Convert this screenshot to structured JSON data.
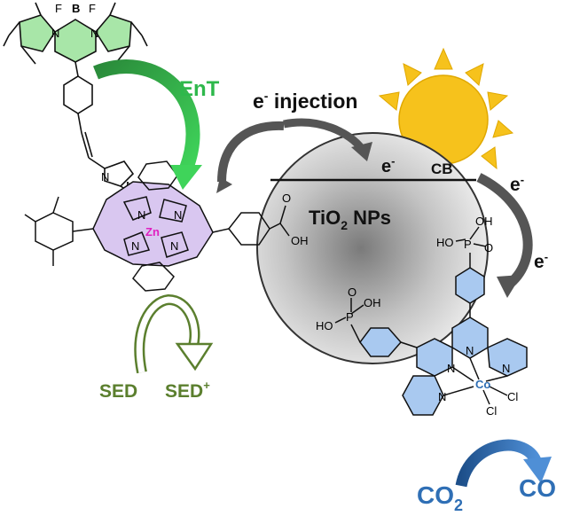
{
  "labels": {
    "ent": "EnT",
    "e_injection_e": "e",
    "e_injection_sup": "-",
    "e_injection_text": " injection",
    "cb_e": "e",
    "cb_e_sup": "-",
    "cb": "CB",
    "tio2_a": "TiO",
    "tio2_sub": "2",
    "tio2_b": " NPs",
    "e_right1": "e",
    "e_right1_sup": "-",
    "e_right2": "e",
    "e_right2_sup": "-",
    "sed": "SED",
    "sed_plus": "SED",
    "sed_plus_sup": "+",
    "co2": "CO",
    "co2_sub": "2",
    "co": "CO"
  },
  "atoms": {
    "B": "B",
    "F1": "F",
    "F2": "F",
    "N_bod1": "N",
    "N_bod2": "N",
    "N_im1": "N",
    "N_im2": "N",
    "Zn": "Zn",
    "N_p1": "N",
    "N_p2": "N",
    "N_p3": "N",
    "N_p4": "N",
    "O_acid": "O",
    "OH_acid": "OH",
    "P_top": "P",
    "OH_p1": "OH",
    "HO_p1": "HO",
    "O_p1": "O",
    "P_left": "P",
    "OH_p2": "OH",
    "HO_p2": "HO",
    "O_p2": "O",
    "N_t1": "N",
    "N_t2": "N",
    "N_t3": "N",
    "N_t4": "N",
    "Co": "Co",
    "Cl1": "Cl",
    "Cl2": "Cl"
  },
  "colors": {
    "bodipy_fill": "#a8e6a8",
    "porphyrin_fill": "#d9c7f0",
    "terpy_fill": "#a9c9f0",
    "ent_green": "#2eb84b",
    "sed_green": "#5b7f2e",
    "co_blue": "#2f6fb5",
    "arrow_grey": "#555555",
    "sun_yellow": "#f6c21c",
    "zn_magenta": "#e020c0",
    "co_metal_blue": "#2f6fb5"
  }
}
